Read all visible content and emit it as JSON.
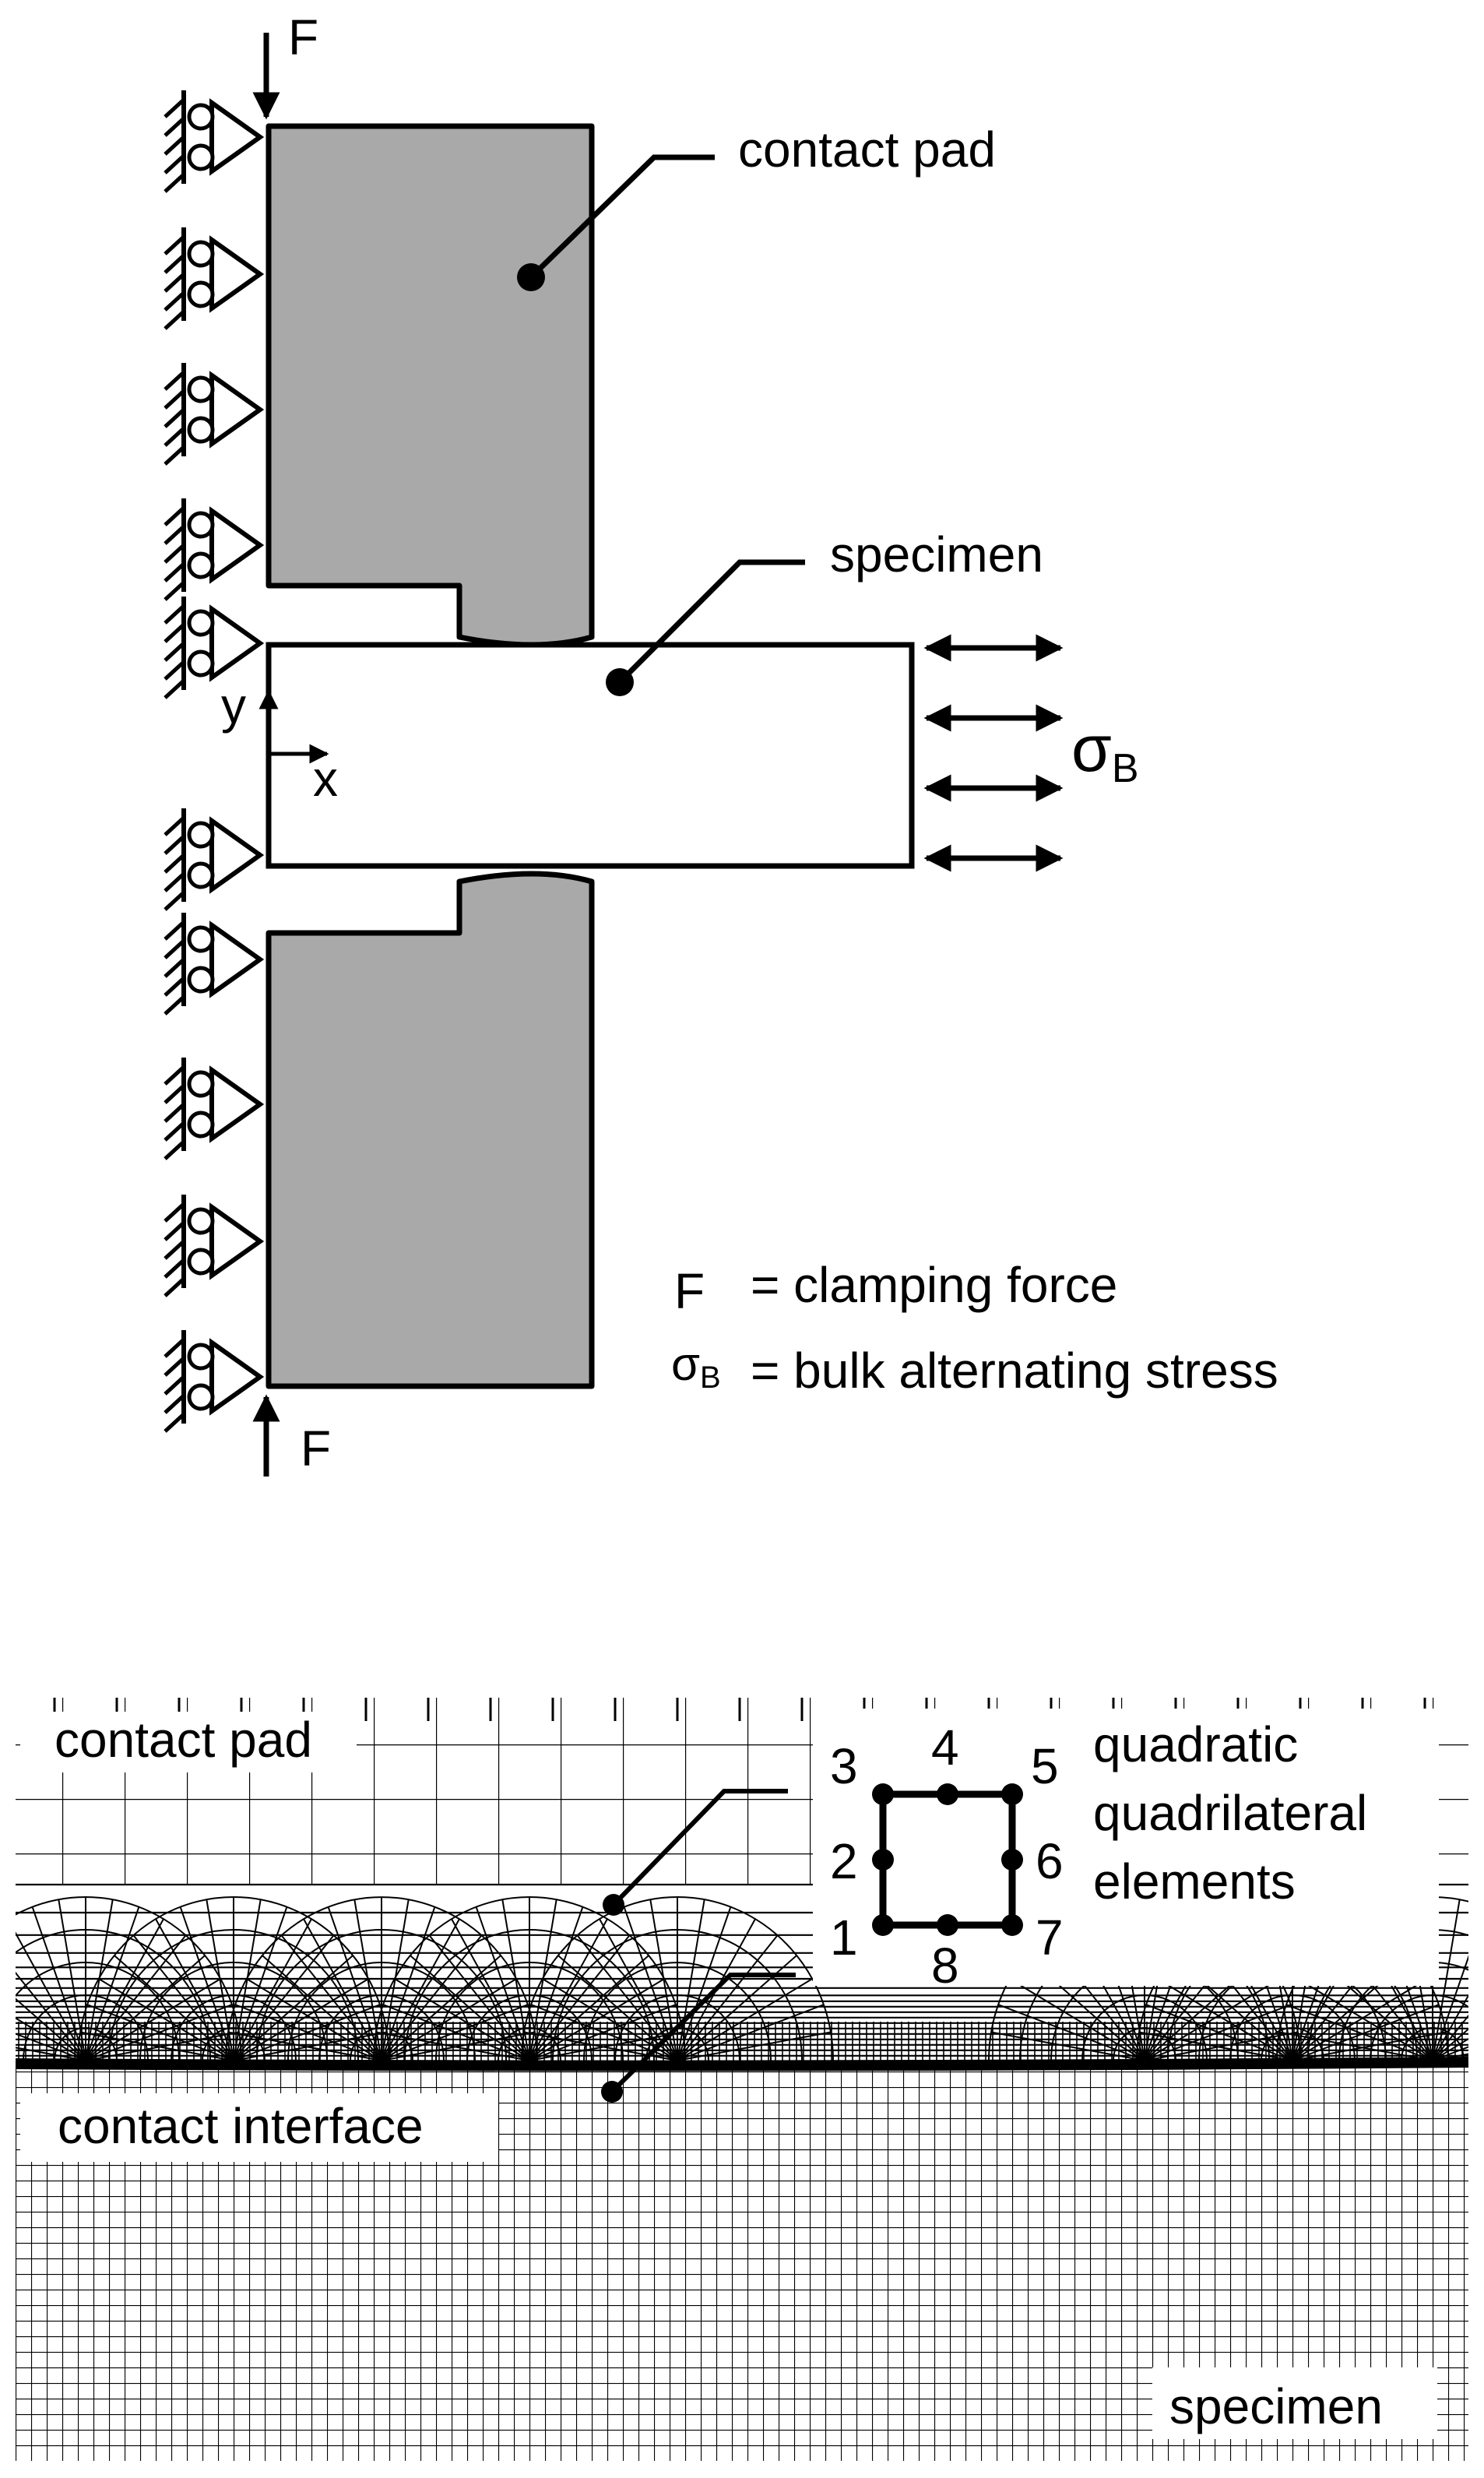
{
  "figure": {
    "upper": {
      "force_label_top": "F",
      "force_label_bottom": "F",
      "contact_pad_label": "contact pad",
      "specimen_label": "specimen",
      "axis_x": "x",
      "axis_y": "y",
      "stress_symbol": "σ",
      "stress_subscript": "B",
      "legend": [
        {
          "symbol": "F",
          "subscript": "",
          "text": "= clamping force"
        },
        {
          "symbol": "σ",
          "subscript": "B",
          "text": "= bulk alternating stress"
        }
      ]
    },
    "lower": {
      "contact_pad_label": "contact pad",
      "element_label_lines": [
        "quadratic",
        "quadrilateral",
        "elements"
      ],
      "node_numbers": [
        "1",
        "2",
        "3",
        "4",
        "5",
        "6",
        "7",
        "8"
      ],
      "contact_interface_label": "contact interface",
      "specimen_label": "specimen"
    }
  },
  "colors": {
    "pad_fill": "#a9a9a9",
    "line": "#000000",
    "background": "#ffffff"
  }
}
